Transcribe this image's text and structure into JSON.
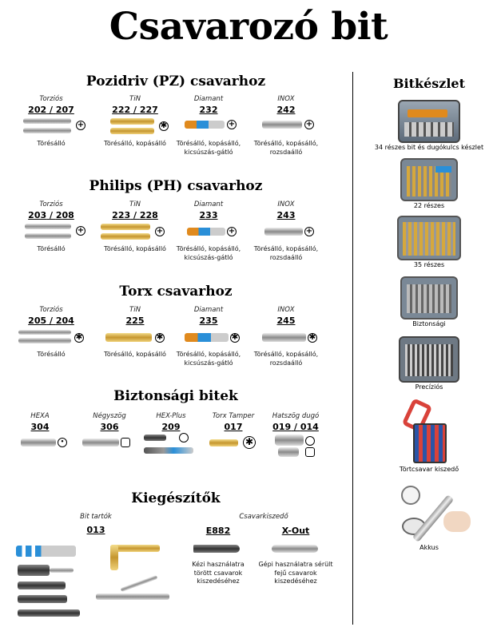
{
  "title": "Csavarozó bit",
  "sections": {
    "pz": {
      "heading": "Pozidriv (PZ) csavarhoz",
      "cols": [
        {
          "cat": "Torziós",
          "code_a": "202",
          "sep": "/",
          "code_b": "207",
          "desc": "Törésálló",
          "glyph": "+"
        },
        {
          "cat": "TiN",
          "code_a": "222",
          "sep": "/",
          "code_b": "227",
          "desc": "Törésálló, kopásálló",
          "glyph": "✱"
        },
        {
          "cat": "Diamant",
          "code_a": "232",
          "sep": "",
          "code_b": "",
          "desc": "Törésálló, kopásálló, kicsúszás-gátló",
          "glyph": "+"
        },
        {
          "cat": "INOX",
          "code_a": "242",
          "sep": "",
          "code_b": "",
          "desc": "Törésálló, kopásálló, rozsdaálló",
          "glyph": "+"
        }
      ]
    },
    "ph": {
      "heading": "Philips (PH) csavarhoz",
      "cols": [
        {
          "cat": "Torziós",
          "code_a": "203",
          "sep": "/",
          "code_b": "208",
          "desc": "Törésálló",
          "glyph": "+"
        },
        {
          "cat": "TiN",
          "code_a": "223",
          "sep": "/",
          "code_b": "228",
          "desc": "Törésálló, kopásálló",
          "glyph": "+"
        },
        {
          "cat": "Diamant",
          "code_a": "233",
          "sep": "",
          "code_b": "",
          "desc": "Törésálló, kopásálló, kicsúszás-gátló",
          "glyph": "+"
        },
        {
          "cat": "INOX",
          "code_a": "243",
          "sep": "",
          "code_b": "",
          "desc": "Törésálló, kopásálló, rozsdaálló",
          "glyph": "+"
        }
      ]
    },
    "tx": {
      "heading": "Torx csavarhoz",
      "cols": [
        {
          "cat": "Torziós",
          "code_a": "205",
          "sep": "/",
          "code_b": "204",
          "desc": "Törésálló",
          "glyph": "✱"
        },
        {
          "cat": "TiN",
          "code_a": "225",
          "sep": "",
          "code_b": "",
          "desc": "Törésálló, kopásálló",
          "glyph": "✱"
        },
        {
          "cat": "Diamant",
          "code_a": "235",
          "sep": "",
          "code_b": "",
          "desc": "Törésálló, kopásálló, kicsúszás-gátló",
          "glyph": "✱"
        },
        {
          "cat": "INOX",
          "code_a": "245",
          "sep": "",
          "code_b": "",
          "desc": "Törésálló, kopásálló, rozsdaálló",
          "glyph": "✱"
        }
      ]
    },
    "sec": {
      "heading": "Biztonsági bitek",
      "cols": [
        {
          "cat": "HEXA",
          "code_a": "304",
          "sep": "",
          "code_b": ""
        },
        {
          "cat": "Négyszög",
          "code_a": "306",
          "sep": "",
          "code_b": ""
        },
        {
          "cat": "HEX-Plus",
          "code_a": "209",
          "sep": "",
          "code_b": ""
        },
        {
          "cat": "Torx Tamper",
          "code_a": "017",
          "sep": "",
          "code_b": ""
        },
        {
          "cat": "Hatszög dugó",
          "code_a": "019",
          "sep": "/",
          "code_b": "014"
        }
      ]
    },
    "acc": {
      "heading": "Kiegészítők",
      "holder_cat": "Bit tartók",
      "holder_code": "013",
      "extractor_cat": "Csavarkiszedő",
      "e882_code": "E882",
      "e882_desc": "Kézi használatra törött csavarok kiszedéséhez",
      "xout_code": "X-Out",
      "xout_desc": "Gépi használatra sérült fejű csavarok kiszedéséhez"
    }
  },
  "kits": {
    "heading": "Bitkészlet",
    "items": [
      {
        "label": "34 részes bit és dugókulcs készlet",
        "color": "#6f7d8c"
      },
      {
        "label": "22 részes",
        "color": "#7a8896"
      },
      {
        "label": "35 részes",
        "color": "#7a8896"
      },
      {
        "label": "Biztonsági",
        "color": "#7a8896"
      },
      {
        "label": "Precíziós",
        "color": "#6e7984"
      },
      {
        "label": "Törtcsavar kiszedő",
        "color": "#d9423a"
      },
      {
        "label": "Akkus",
        "color": "#b7b7b7"
      }
    ]
  },
  "colors": {
    "gold": "#c5962f",
    "diamant_blue": "#2a8fd8",
    "diamant_orange": "#e08a1e",
    "kit_red": "#d9423a"
  }
}
